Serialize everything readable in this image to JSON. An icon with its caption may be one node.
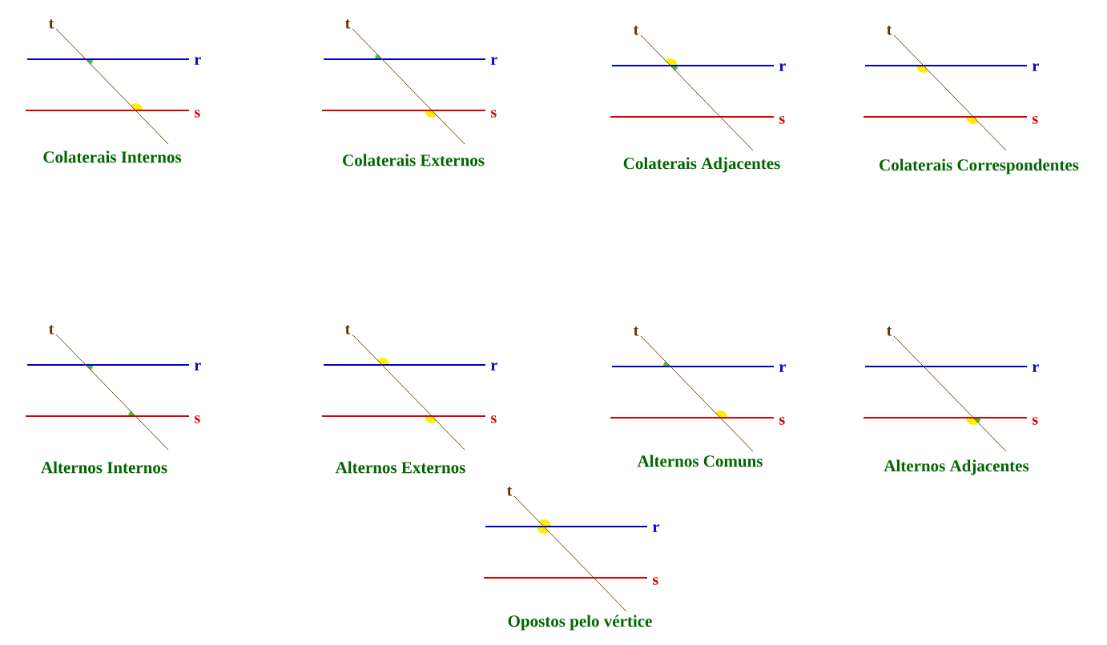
{
  "diagram": {
    "labels": [
      "t",
      "r",
      "s",
      "Colaterais Internos",
      "t",
      "r",
      "s",
      "Colaterais Externos",
      "t",
      "r",
      "s",
      "Colaterais Adjacentes",
      "t",
      "r",
      "s",
      "Colaterais Correspondentes",
      "t",
      "r",
      "s",
      "Alternos Internos",
      "t",
      "r",
      "s",
      "Alternos Externos",
      "t",
      "r",
      "s",
      "Alternos Comuns",
      "t",
      "r",
      "s",
      "Alternos Adjacentes",
      "t",
      "r",
      "s",
      "Opostos pelo vértice"
    ]
  }
}
